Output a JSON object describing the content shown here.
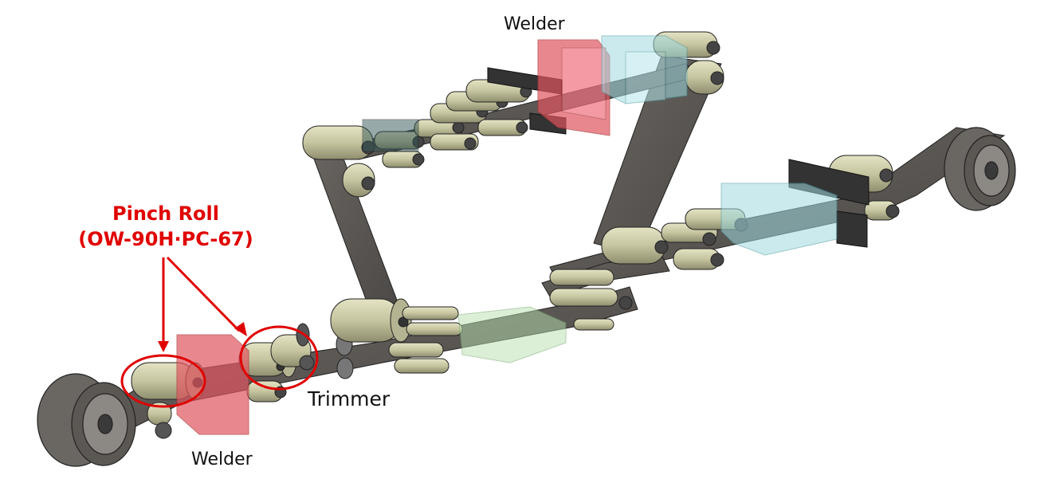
{
  "labels": {
    "welder_top": "Welder",
    "welder_bottom": "Welder",
    "trimmer": "Trimmer"
  },
  "callout": {
    "title": "Pinch Roll",
    "model": "(OW-90H·PC-67)",
    "color": "#e00000"
  },
  "colors": {
    "roller": "#c9c8a4",
    "belt": "#5b5753",
    "frame": "#3a3a3a",
    "welder": "#e05560",
    "trimmer_box": "#9fd9df",
    "guide_box": "#b8e0b0",
    "outline": "#222222"
  }
}
